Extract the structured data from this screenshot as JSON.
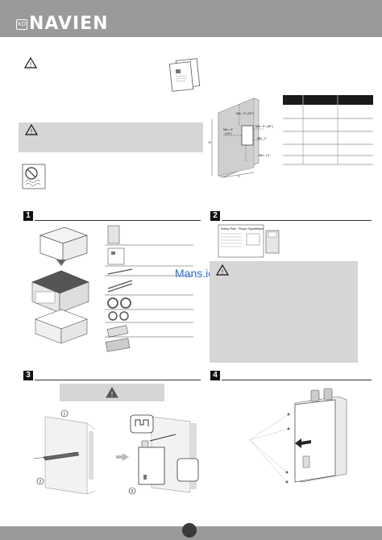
{
  "header": {
    "badge": "KO",
    "brand": "NAVIEN",
    "color": "#9a9a9a"
  },
  "watermark": "Mans.io",
  "clearance_labels": {
    "top": "Min. 9\" (23\")",
    "left": "Min. 4\"",
    "left_sub": "(24\")",
    "right_top": "Min. 9\" (36\")",
    "right_mid": "Min. 1\"",
    "bottom": "Min. 12\"",
    "letter_b": "B",
    "letter_c": "C"
  },
  "sections": [
    {
      "num": "1"
    },
    {
      "num": "2"
    },
    {
      "num": "3"
    },
    {
      "num": "4"
    }
  ],
  "callouts": {
    "c1": "1",
    "c2": "2",
    "c3": "3"
  },
  "rating_plate": {
    "title": "Rating Plate",
    "subtitle": "Plaque Signalétique"
  }
}
